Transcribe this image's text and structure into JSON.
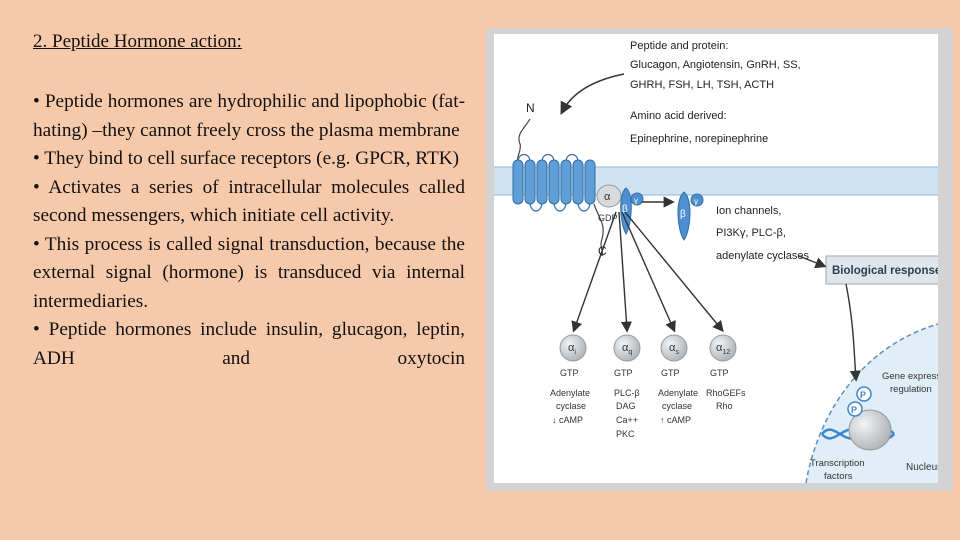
{
  "slide": {
    "title": "2. Peptide Hormone action:",
    "bullets": [
      "• Peptide hormones are hydrophilic and lipophobic (fat-hating) –they cannot freely cross the plasma membrane",
      "• They bind to cell surface receptors (e.g. GPCR, RTK)",
      "• Activates a series of intracellular molecules called second messengers, which initiate cell activity.",
      "• This process is called signal transduction, because the external signal (hormone) is transduced via internal intermediaries.",
      "• Peptide hormones include insulin, glucagon, leptin, ADH and oxytocin"
    ]
  },
  "figure": {
    "ligands": {
      "l1": "Peptide and protein:",
      "l2": "Glucagon, Angiotensin, GnRH, SS,",
      "l3": "GHRH, FSH, LH, TSH, ACTH",
      "l4": "Amino acid derived:",
      "l5": "Epinephrine, norepinephrine"
    },
    "receptor": {
      "n_term": "N",
      "c_term": "C"
    },
    "gprotein": {
      "alpha": "α",
      "beta": "β",
      "gamma": "γ",
      "gdp": "GDP",
      "beta2": "β",
      "gamma2": "γ"
    },
    "effectors": {
      "l1": "Ion channels,",
      "l2": "PI3Kγ, PLC-β,",
      "l3": "adenylate cyclases"
    },
    "bio_responses": "Biological responses",
    "subunits": [
      {
        "alpha": "α",
        "sub": "i",
        "gtp": "GTP",
        "lines": [
          "Adenylate",
          "cyclase",
          "↓ cAMP"
        ]
      },
      {
        "alpha": "α",
        "sub": "q",
        "gtp": "GTP",
        "lines": [
          "PLC-β",
          "DAG",
          "Ca++",
          "PKC"
        ]
      },
      {
        "alpha": "α",
        "sub": "s",
        "gtp": "GTP",
        "lines": [
          "Adenylate",
          "cyclase",
          "↑ cAMP"
        ]
      },
      {
        "alpha": "α",
        "sub": "12",
        "gtp": "GTP",
        "lines": [
          "RhoGEFs",
          "Rho"
        ]
      }
    ],
    "nucleus": {
      "gene_l1": "Gene expression",
      "gene_l2": "regulation",
      "p1": "P",
      "p2": "P",
      "tf_l1": "Transcription",
      "tf_l2": "factors",
      "label": "Nucleus"
    },
    "colors": {
      "membrane": "#cfe3f3",
      "receptor": "#5f9fd6",
      "receptor_stroke": "#2f6fa8",
      "beta": "#4f8fcf",
      "gtp_ball": "#cfd3d6",
      "nucleus": "#dfeef7"
    }
  }
}
